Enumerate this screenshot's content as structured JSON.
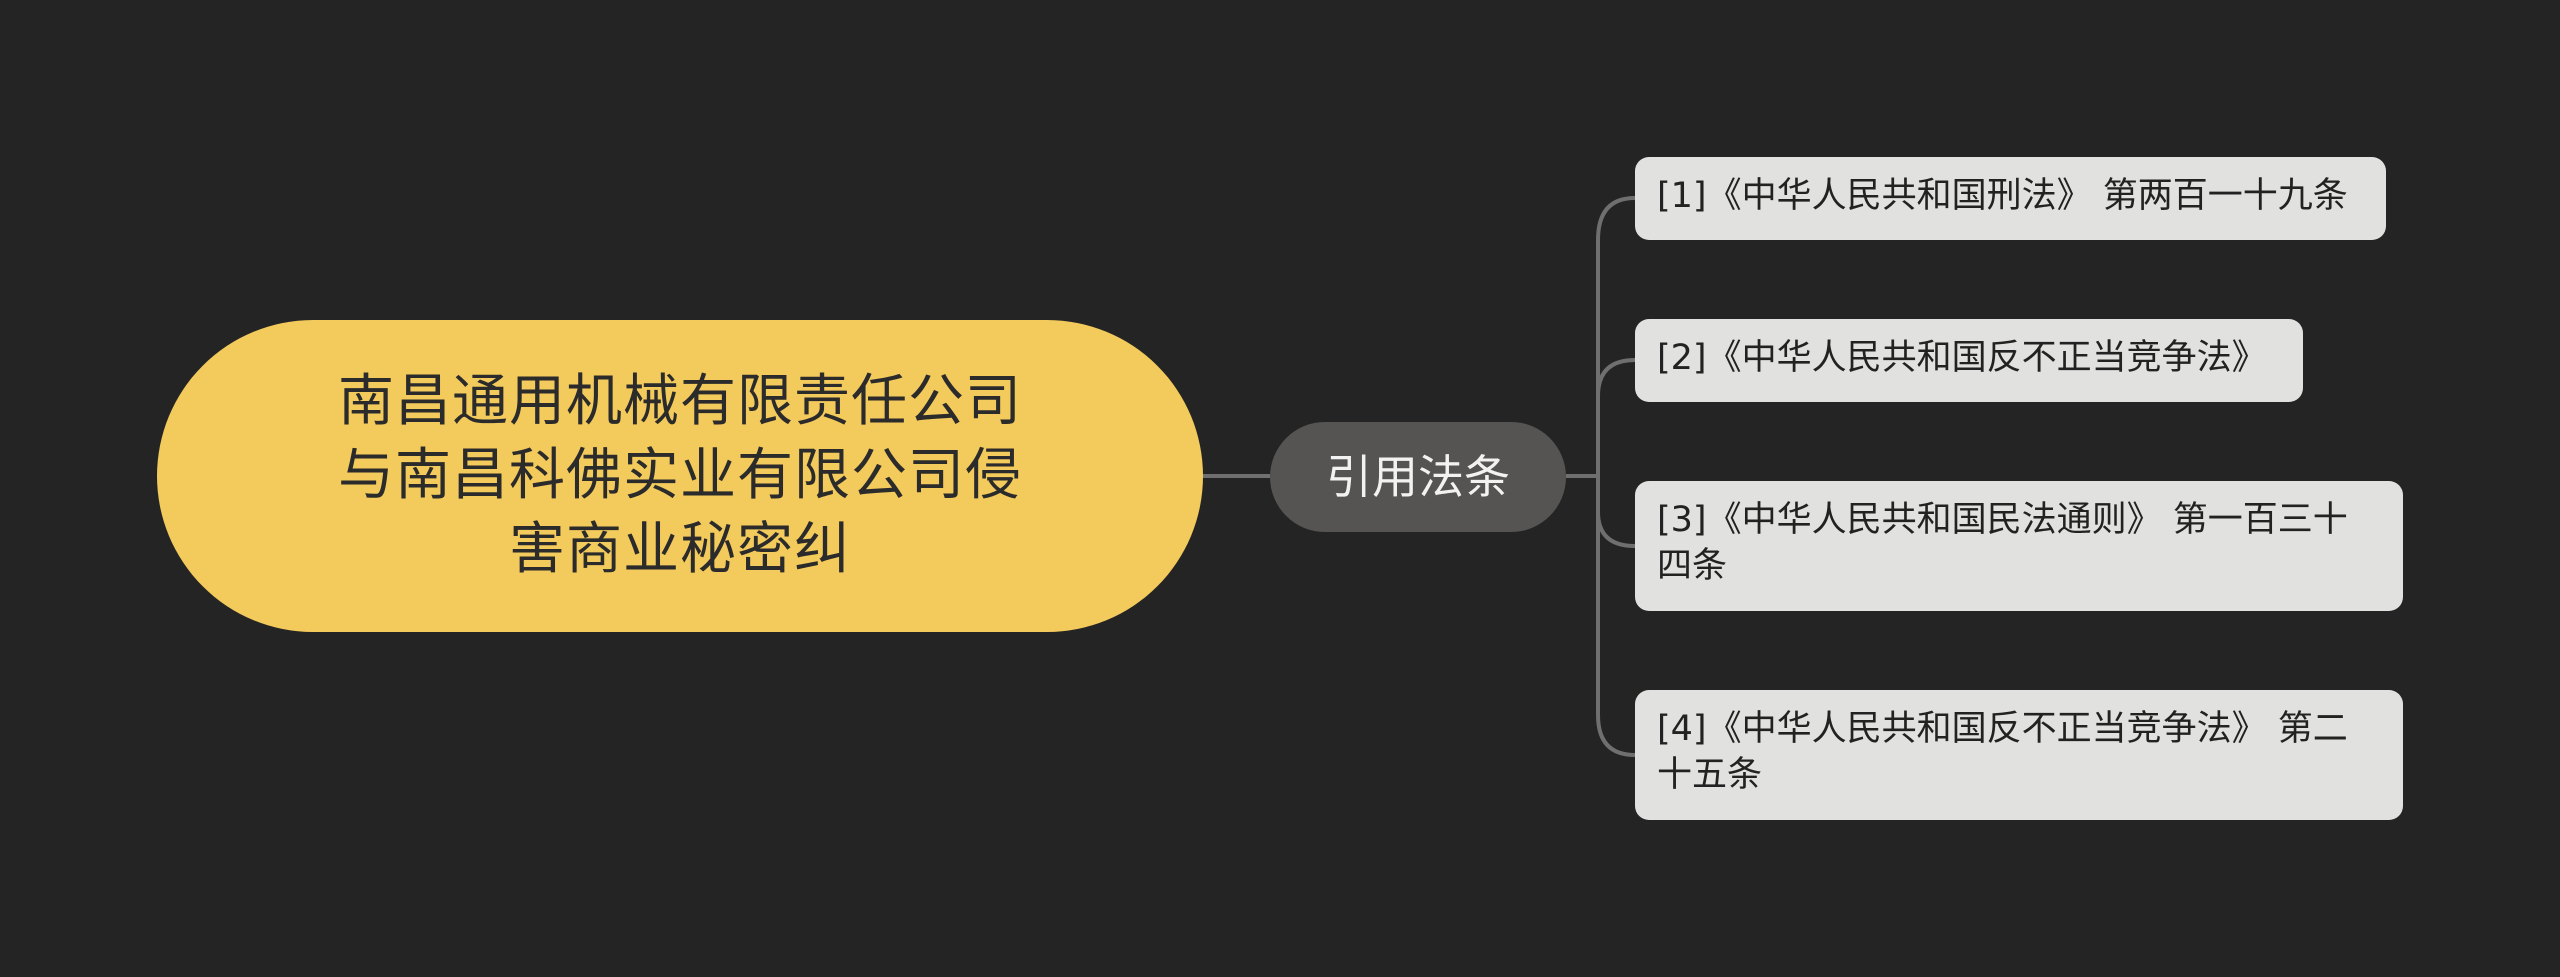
{
  "mindmap": {
    "root": {
      "text": "南昌通用机械有限责任公司与南昌科佛实业有限公司侵害商业秘密纠"
    },
    "branch": {
      "text": "引用法条"
    },
    "leaves": [
      {
        "text": "[1]《中华人民共和国刑法》 第两百一十九条"
      },
      {
        "text": "[2]《中华人民共和国反不正当竞争法》"
      },
      {
        "text": "[3]《中华人民共和国民法通则》 第一百三十四条"
      },
      {
        "text": "[4]《中华人民共和国反不正当竞争法》 第二十五条"
      }
    ]
  },
  "colors": {
    "background": "#242424",
    "root_fill": "#f3ca5c",
    "branch_fill": "#555453",
    "leaf_fill": "#e1e1df",
    "connector": "#6f6f6f"
  }
}
